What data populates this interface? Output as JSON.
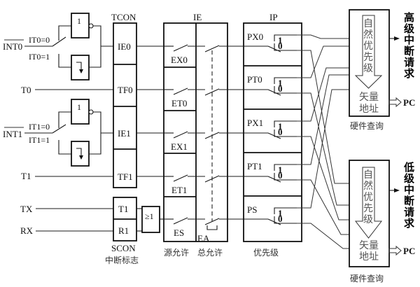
{
  "inputs": {
    "int0": "INT0",
    "t0": "T0",
    "int1": "INT1",
    "t1": "T1",
    "tx": "TX",
    "rx": "RX"
  },
  "trigger": {
    "it0_0": "IT0=0",
    "it0_1": "IT0=1",
    "it1_0": "IT1=0",
    "it1_1": "IT1=1",
    "not_gate": "1",
    "or_gate": "≥1"
  },
  "tcon": {
    "title": "TCON",
    "flags": [
      "IE0",
      "TF0",
      "IE1",
      "TF1"
    ]
  },
  "scon": {
    "title": "SCON",
    "caption": "中断标志",
    "flags": [
      "T1",
      "R1"
    ]
  },
  "ie": {
    "title": "IE",
    "switches": [
      "EX0",
      "ET0",
      "EX1",
      "ET1",
      "ES"
    ],
    "global": "EA",
    "caption_source": "源允许",
    "caption_global": "总允许"
  },
  "ip": {
    "title": "IP",
    "bits": [
      "PX0",
      "PT0",
      "PX1",
      "PT1",
      "PS"
    ],
    "one": "1",
    "zero": "0",
    "caption": "优先级"
  },
  "query_high": {
    "arrow_text": [
      "自",
      "然",
      "优",
      "先",
      "级"
    ],
    "vector": [
      "矢量",
      "地址"
    ],
    "caption": "硬件查询",
    "request": [
      "高",
      "级",
      "中",
      "断",
      "请",
      "求"
    ],
    "output": "PC"
  },
  "query_low": {
    "arrow_text": [
      "自",
      "然",
      "优",
      "先",
      "级"
    ],
    "vector": [
      "矢量",
      "地址"
    ],
    "caption": "硬件查询",
    "request": [
      "低",
      "级",
      "中",
      "断",
      "请",
      "求"
    ],
    "output": "PC"
  }
}
